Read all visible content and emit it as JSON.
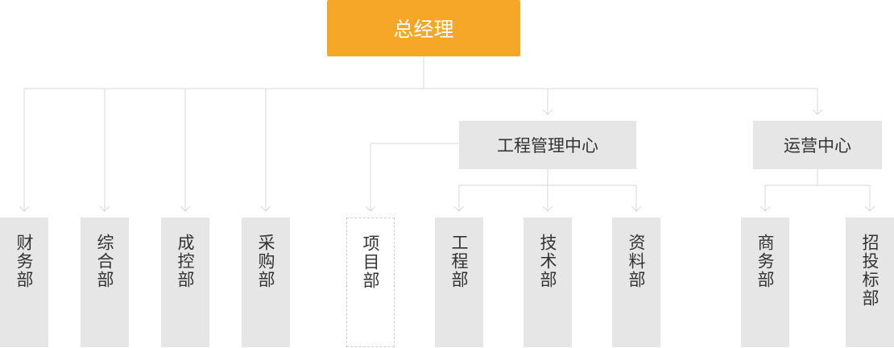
{
  "org": {
    "top": "总经理",
    "centers": {
      "engineering": "工程管理中心",
      "operations": "运营中心"
    },
    "departments": {
      "finance": "财务部",
      "general": "综合部",
      "cost_control": "成控部",
      "purchasing": "采购部",
      "project": "项目部",
      "engineering": "工程部",
      "technology": "技术部",
      "data": "资料部",
      "business": "商务部",
      "bidding": "招投标部"
    }
  },
  "colors": {
    "top_node": "#f7a727",
    "node_fill": "#e6e6e6",
    "connector": "#d9d9d9",
    "text": "#333333"
  }
}
